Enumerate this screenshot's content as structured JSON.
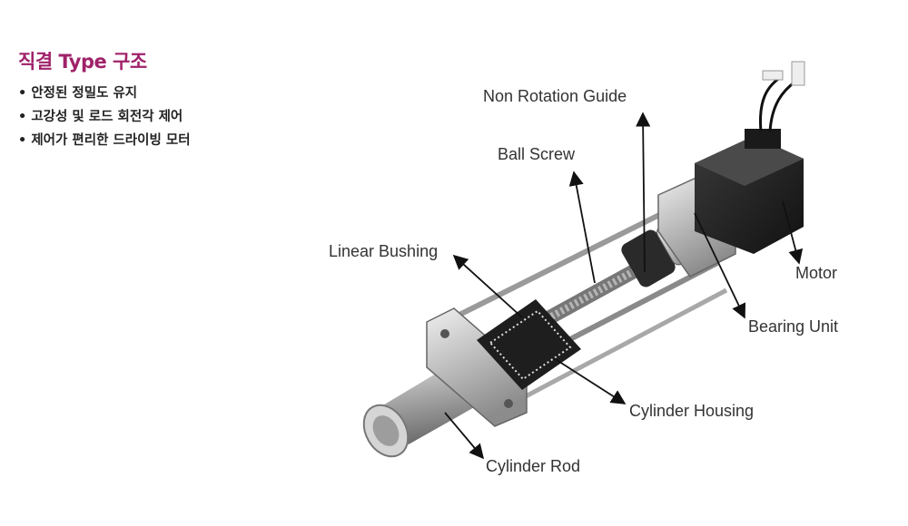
{
  "heading": {
    "title": "직결 Type 구조",
    "accent_color": "#a0226a"
  },
  "features": [
    "안정된 정밀도 유지",
    "고강성 및 로드 회전각 제어",
    "제어가 편리한 드라이빙 모터"
  ],
  "callouts": {
    "non_rotation_guide": "Non Rotation Guide",
    "ball_screw": "Ball Screw",
    "linear_bushing": "Linear Bushing",
    "motor": "Motor",
    "bearing_unit": "Bearing Unit",
    "cylinder_housing": "Cylinder Housing",
    "cylinder_rod": "Cylinder Rod"
  }
}
